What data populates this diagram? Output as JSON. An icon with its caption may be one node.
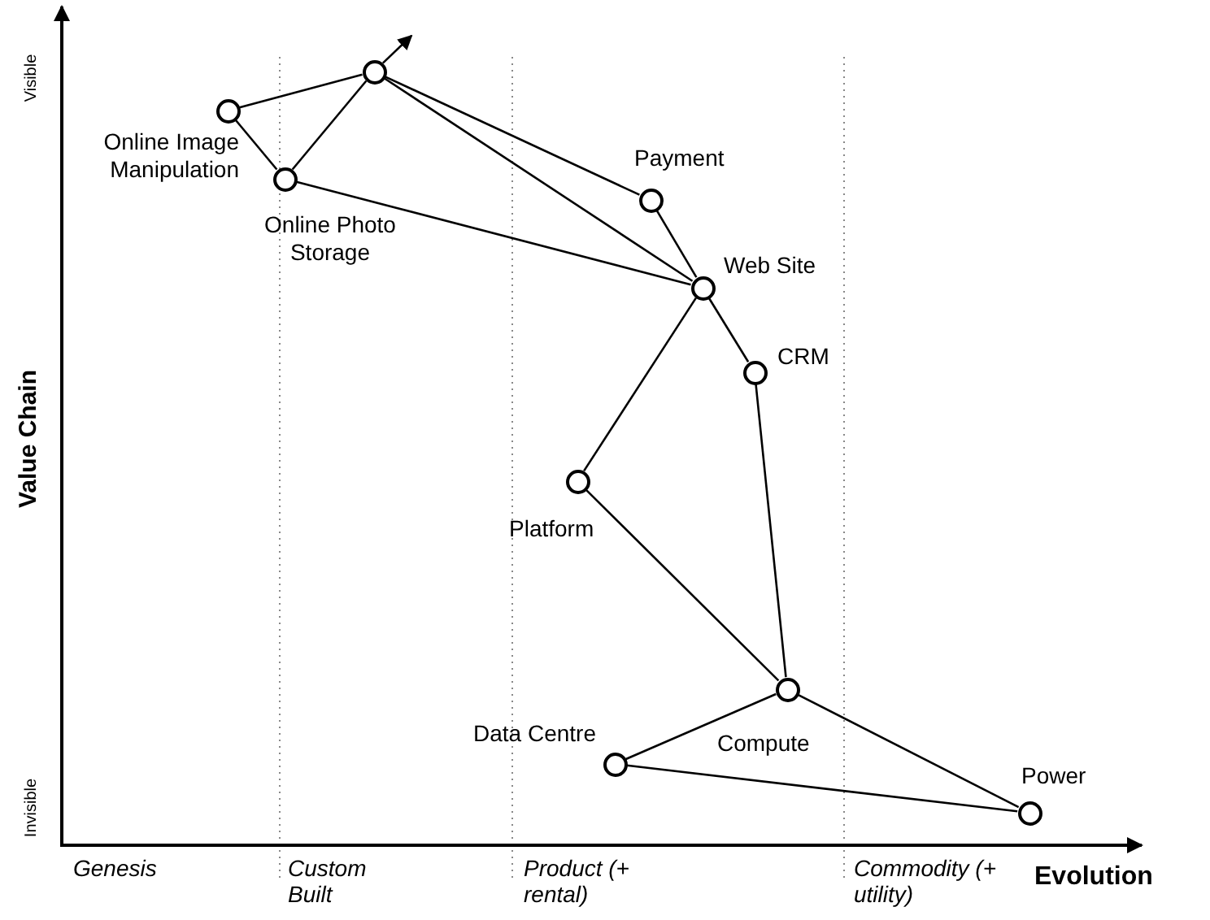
{
  "diagram": {
    "nodes": [
      {
        "text": [],
        "shape": "circle"
      },
      {
        "text": [],
        "shape": "circle",
        "beside": [
          "Online Image Manipulation"
        ]
      },
      {
        "text": [],
        "shape": "circle",
        "beside": [
          "Online Photo Storage"
        ]
      },
      {
        "text": [],
        "shape": "circle",
        "beside": [
          "Payment"
        ]
      },
      {
        "text": [],
        "shape": "circle",
        "beside": [
          "Web Site"
        ]
      },
      {
        "text": [],
        "shape": "circle",
        "beside": [
          "CRM"
        ]
      },
      {
        "text": [],
        "shape": "circle",
        "beside": [
          "Platform"
        ]
      },
      {
        "text": [],
        "shape": "circle",
        "beside": [
          "Compute"
        ]
      },
      {
        "text": [],
        "shape": "circle",
        "beside": [
          "Data Centre"
        ]
      },
      {
        "text": [],
        "shape": "circle",
        "beside": [
          "Power"
        ]
      }
    ],
    "edges": [
      {
        "from": 0,
        "to": 1,
        "arrow": "none"
      },
      {
        "from": 0,
        "to": 2,
        "arrow": "none"
      },
      {
        "from": 1,
        "to": 2,
        "arrow": "none"
      },
      {
        "from": 0,
        "to": 3,
        "arrow": "none"
      },
      {
        "from": 0,
        "to": 4,
        "arrow": "none"
      },
      {
        "from": 3,
        "to": 4,
        "arrow": "none"
      },
      {
        "from": 2,
        "to": 4,
        "arrow": "none"
      },
      {
        "from": 4,
        "to": 6,
        "arrow": "none"
      },
      {
        "from": 4,
        "to": 5,
        "arrow": "none"
      },
      {
        "from": 5,
        "to": 7,
        "arrow": "none"
      },
      {
        "from": 6,
        "to": 7,
        "arrow": "none"
      },
      {
        "from": 7,
        "to": 8,
        "arrow": "none"
      },
      {
        "from": 7,
        "to": 9,
        "arrow": "none"
      },
      {
        "from": 8,
        "to": 9,
        "arrow": "none"
      },
      {
        "from": 0,
        "to": null,
        "arrow": "to"
      }
    ],
    "labels": [
      "Visible",
      "Value Chain",
      "Invisible",
      "Genesis",
      "Custom Built",
      "Product (+ rental)",
      "Commodity (+ utility)",
      "Evolution"
    ]
  }
}
